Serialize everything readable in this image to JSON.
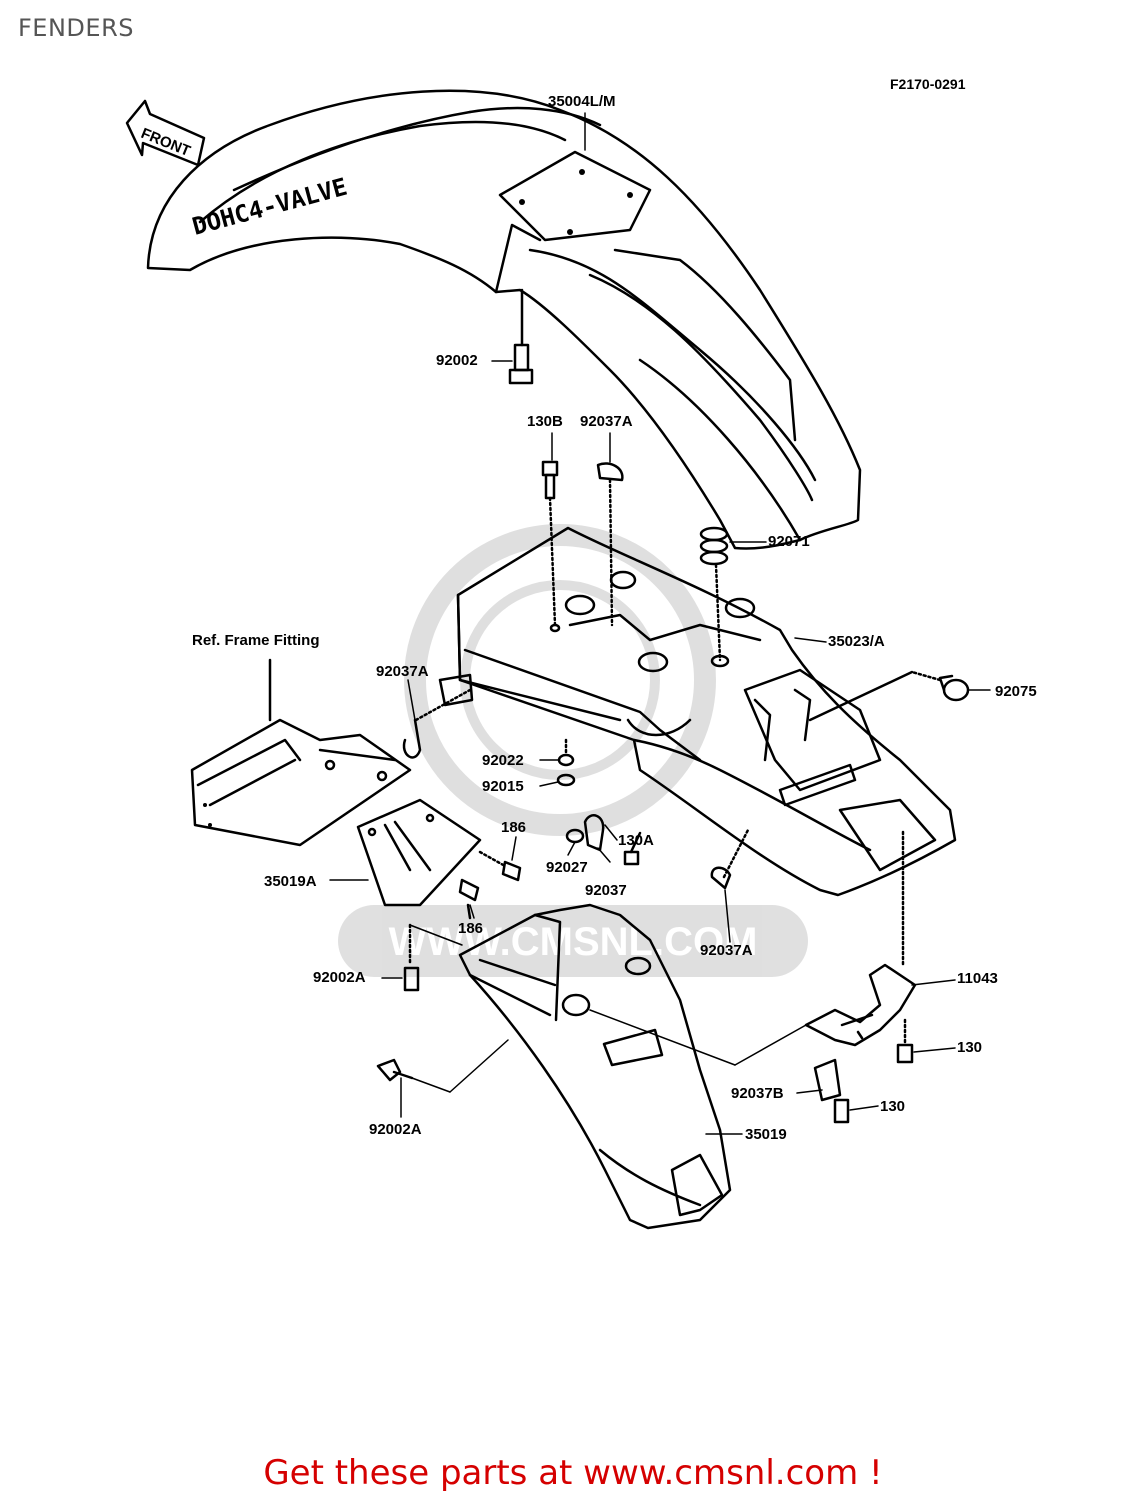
{
  "title": "FENDERS",
  "diagram_code": "F2170-0291",
  "footer_link": "Get these parts at www.cmsnl.com !",
  "watermark_text": "WWW.CMSNL.COM",
  "decals": {
    "front_arrow": "FRONT",
    "fender_text": "DOHC4-VALVE"
  },
  "parts": {
    "front_fender": "35004L/M",
    "bolt_92002": "92002",
    "bolt_130B": "130B",
    "clip_92037A_top": "92037A",
    "grommet_92071": "92071",
    "rear_fender_front": "35023/A",
    "cap_92075": "92075",
    "ref_frame_fitting": "Ref. Frame Fitting",
    "clip_92037A_left": "92037A",
    "collar_92022": "92022",
    "washer_92015": "92015",
    "bolt_186_top": "186",
    "bolt_130A": "130A",
    "nut_92027": "92027",
    "clip_92037": "92037",
    "bracket_35019A": "35019A",
    "bolt_186_bottom": "186",
    "clip_92037A_right": "92037A",
    "bracket_11043": "11043",
    "bolt_92002A_top": "92002A",
    "bolt_130_right": "130",
    "clip_92037B": "92037B",
    "bolt_130_bottom": "130",
    "bolt_92002A_bottom": "92002A",
    "rear_fender_rear": "35019"
  }
}
